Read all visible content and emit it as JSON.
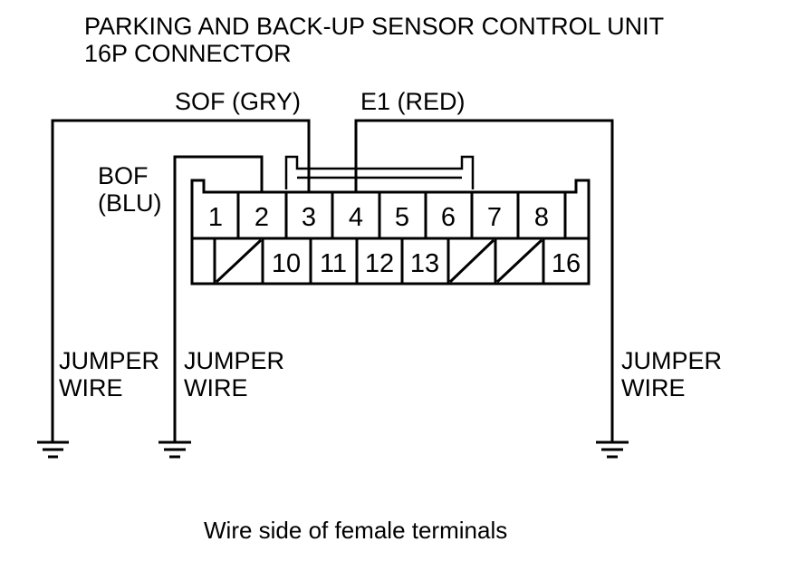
{
  "title": {
    "line1": "PARKING AND BACK-UP SENSOR CONTROL UNIT",
    "line2": "16P CONNECTOR"
  },
  "wires": {
    "sof": "SOF (GRY)",
    "e1": "E1 (RED)",
    "bof_line1": "BOF",
    "bof_line2": "(BLU)"
  },
  "connector": {
    "top_row": [
      "1",
      "2",
      "3",
      "4",
      "5",
      "6",
      "7",
      "8"
    ],
    "bottom_row": [
      "10",
      "11",
      "12",
      "13",
      "16"
    ]
  },
  "jumpers": {
    "left": {
      "line1": "JUMPER",
      "line2": "WIRE"
    },
    "middle": {
      "line1": "JUMPER",
      "line2": "WIRE"
    },
    "right": {
      "line1": "JUMPER",
      "line2": "WIRE"
    }
  },
  "caption": "Wire side of female terminals"
}
